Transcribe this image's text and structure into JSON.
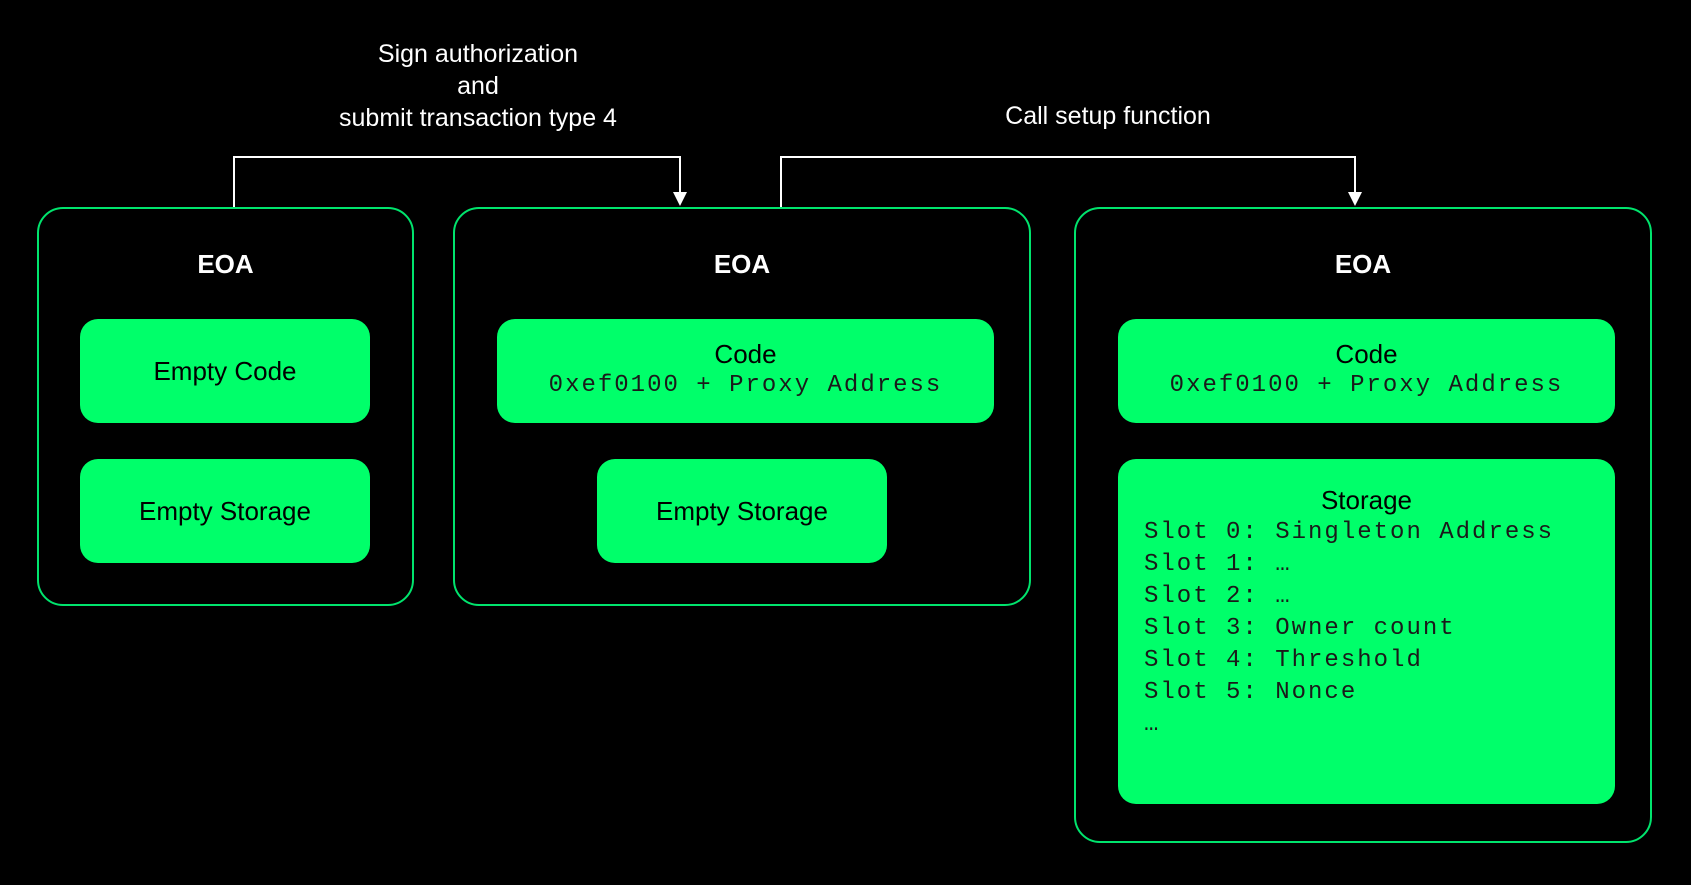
{
  "labels": {
    "sign_line1": "Sign authorization",
    "sign_line2": "and",
    "sign_line3": "submit transaction type 4",
    "call_setup": "Call setup function"
  },
  "panels": [
    {
      "title": "EOA",
      "code_label": "Empty Code",
      "storage_label": "Empty Storage"
    },
    {
      "title": "EOA",
      "code_title": "Code",
      "code_value": "0xef0100 + Proxy Address",
      "storage_label": "Empty Storage"
    },
    {
      "title": "EOA",
      "code_title": "Code",
      "code_value": "0xef0100 + Proxy Address",
      "storage_title": "Storage",
      "slots": [
        "Slot 0: Singleton Address",
        "Slot 1: …",
        "Slot 2: …",
        "Slot 3: Owner count",
        "Slot 4: Threshold",
        "Slot 5: Nonce",
        "…"
      ]
    }
  ],
  "colors": {
    "background": "#000000",
    "accent": "#00ff6a",
    "border": "#00e46d",
    "text": "#ffffff"
  }
}
